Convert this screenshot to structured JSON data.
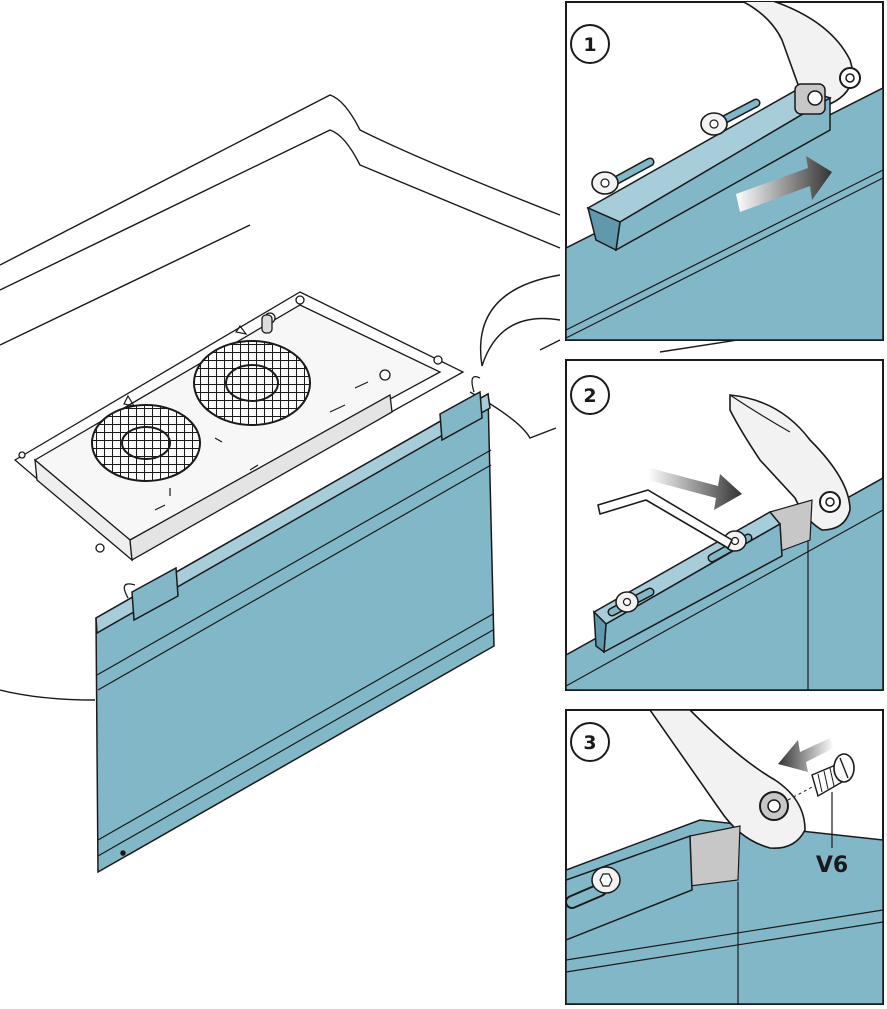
{
  "colors": {
    "panel": "#82b7c8",
    "panel_dark": "#5f99ab",
    "panel_light": "#a6cdd9",
    "line": "#1a1a1a",
    "metal": "#c7c7c7",
    "background": "#ffffff"
  },
  "steps": [
    {
      "number": "1"
    },
    {
      "number": "2"
    },
    {
      "number": "3"
    }
  ],
  "callouts": {
    "screw_label": "V6"
  },
  "icons": [
    "screw-icon",
    "hex-key-icon",
    "arrow-icon",
    "fan-grille-icon"
  ]
}
